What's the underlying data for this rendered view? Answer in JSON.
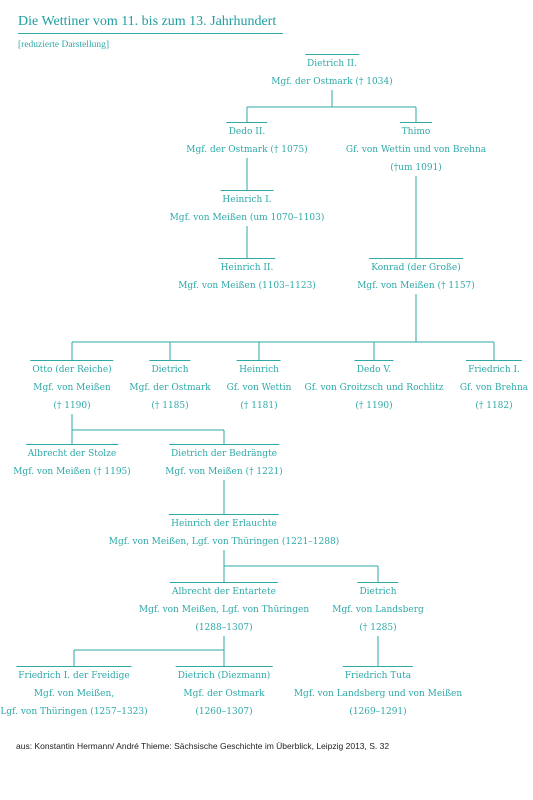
{
  "title": "Die Wettiner vom 11. bis zum 13. Jahrhundert",
  "subtitle": "[reduzierte Darstellung]",
  "source": "aus: Konstantin Hermann/ André Thieme: Sächsische Geschichte im Überblick, Leipzig 2013, S. 32",
  "colors": {
    "accent": "#2ea9a8",
    "text": "#222222"
  },
  "nodes": [
    {
      "id": "dietrich2",
      "name": "Dietrich II.",
      "lines": [
        "Mgf. der Ostmark († 1034)"
      ]
    },
    {
      "id": "dedo2",
      "name": "Dedo II.",
      "lines": [
        "Mgf. der Ostmark († 1075)"
      ]
    },
    {
      "id": "thimo",
      "name": "Thimo",
      "lines": [
        "Gf. von Wettin und von Brehna",
        "(†um 1091)"
      ]
    },
    {
      "id": "heinrich1",
      "name": "Heinrich I.",
      "lines": [
        "Mgf. von Meißen (um 1070–1103)"
      ]
    },
    {
      "id": "heinrich2",
      "name": "Heinrich II.",
      "lines": [
        "Mgf. von Meißen (1103–1123)"
      ]
    },
    {
      "id": "konrad",
      "name": "Konrad (der Große)",
      "lines": [
        "Mgf. von Meißen († 1157)"
      ]
    },
    {
      "id": "otto",
      "name": "Otto (der Reiche)",
      "lines": [
        "Mgf. von Meißen",
        "(† 1190)"
      ]
    },
    {
      "id": "dietrich_ostmark",
      "name": "Dietrich",
      "lines": [
        "Mgf. der Ostmark",
        "(† 1185)"
      ]
    },
    {
      "id": "heinrich_wettin",
      "name": "Heinrich",
      "lines": [
        "Gf. von Wettin",
        "(† 1181)"
      ]
    },
    {
      "id": "dedo5",
      "name": "Dedo V.",
      "lines": [
        "Gf. von Groitzsch und Rochlitz",
        "(† 1190)"
      ]
    },
    {
      "id": "friedrich1",
      "name": "Friedrich I.",
      "lines": [
        "Gf. von Brehna",
        "(† 1182)"
      ]
    },
    {
      "id": "albrecht_stolze",
      "name": "Albrecht der Stolze",
      "lines": [
        "Mgf. von Meißen († 1195)"
      ]
    },
    {
      "id": "dietrich_bedraengte",
      "name": "Dietrich der Bedrängte",
      "lines": [
        "Mgf. von Meißen († 1221)"
      ]
    },
    {
      "id": "heinrich_erlauchte",
      "name": "Heinrich der Erlauchte",
      "lines": [
        "Mgf. von Meißen, Lgf. von Thüringen (1221–1288)"
      ]
    },
    {
      "id": "albrecht_entartete",
      "name": "Albrecht der Entartete",
      "lines": [
        "Mgf. von Meißen, Lgf. von Thüringen",
        "(1288–1307)"
      ]
    },
    {
      "id": "dietrich_landsberg",
      "name": "Dietrich",
      "lines": [
        "Mgf. von Landsberg",
        "(† 1285)"
      ]
    },
    {
      "id": "friedrich_freidige",
      "name": "Friedrich I. der Freidige",
      "lines": [
        "Mgf. von Meißen,",
        "Lgf. von Thüringen (1257–1323)"
      ]
    },
    {
      "id": "dietrich_diezmann",
      "name": "Dietrich (Diezmann)",
      "lines": [
        "Mgf. der Ostmark",
        "(1260–1307)"
      ]
    },
    {
      "id": "friedrich_tuta",
      "name": "Friedrich Tuta",
      "lines": [
        "Mgf. von Landsberg und von Meißen",
        "(1269–1291)"
      ]
    }
  ]
}
